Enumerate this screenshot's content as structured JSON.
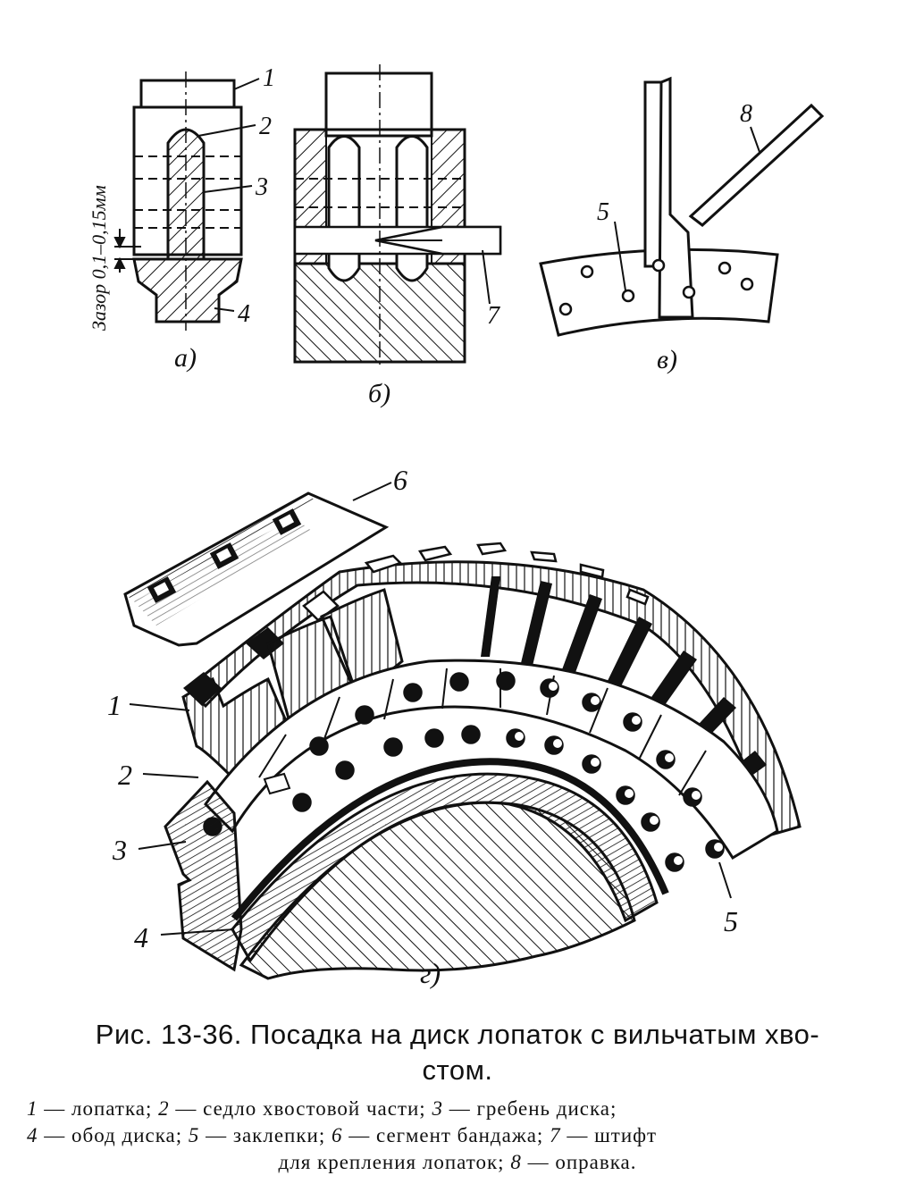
{
  "figure": {
    "top_labels": {
      "a_1": "1",
      "a_2": "2",
      "a_3": "3",
      "a_4": "4",
      "b_7": "7",
      "c_5": "5",
      "c_8": "8",
      "gap": "Зазор 0,1–0,15мм",
      "sub_a": "а)",
      "sub_b": "б)",
      "sub_c": "в)"
    },
    "bottom_labels": {
      "n1": "1",
      "n2": "2",
      "n3": "3",
      "n4": "4",
      "n5": "5",
      "n6": "6",
      "sub_g": "г)"
    }
  },
  "caption": {
    "number": "Рис. 13-36.",
    "title_line1": "Посадка на диск лопаток с вильчатым хво-",
    "title_line2": "стом."
  },
  "legend": {
    "n1": "1",
    "t1": " — лопатка; ",
    "n2": "2",
    "t2": " — седло хвостовой части; ",
    "n3": "3",
    "t3": " — гребень диска;",
    "n4": "4",
    "t4": " — обод диска; ",
    "n5": "5",
    "t5": " — заклепки; ",
    "n6": "6",
    "t6": " — сегмент бандажа; ",
    "n7": "7",
    "t7": " — штифт",
    "t8a": "для крепления лопаток; ",
    "n8": "8",
    "t8": " — оправка."
  }
}
